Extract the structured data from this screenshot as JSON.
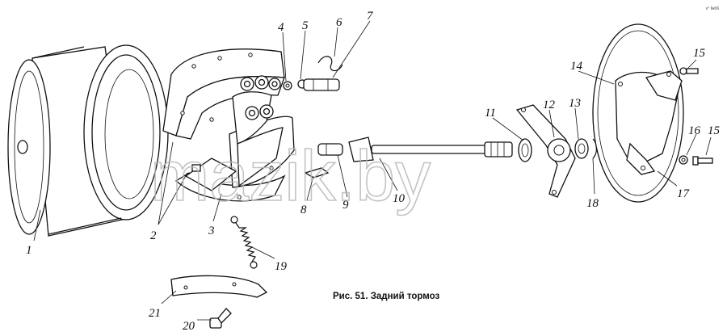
{
  "figure": {
    "caption": "Рис. 51. Задний тормоз",
    "corner_mark": "к° 6к06",
    "watermark": "mazik.by"
  },
  "callouts": [
    "1",
    "2",
    "3",
    "4",
    "5",
    "6",
    "7",
    "8",
    "9",
    "10",
    "11",
    "12",
    "13",
    "14",
    "15",
    "15",
    "16",
    "17",
    "18",
    "19",
    "20",
    "21"
  ]
}
